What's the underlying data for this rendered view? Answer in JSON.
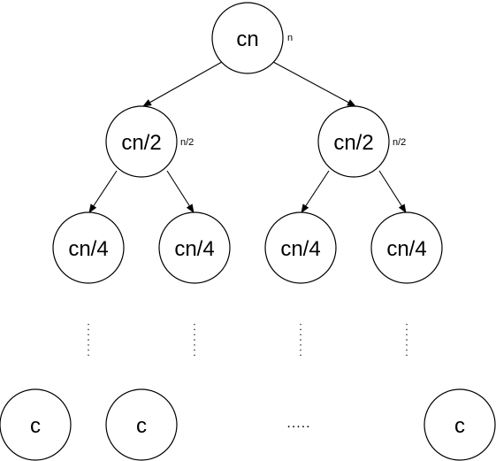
{
  "diagram": {
    "root": {
      "label": "cn",
      "size": "n"
    },
    "level1": [
      {
        "label": "cn/2",
        "size": "n/2"
      },
      {
        "label": "cn/2",
        "size": "n/2"
      }
    ],
    "level2": [
      {
        "label": "cn/4"
      },
      {
        "label": "cn/4"
      },
      {
        "label": "cn/4"
      },
      {
        "label": "cn/4"
      }
    ],
    "leaves": [
      {
        "label": "c"
      },
      {
        "label": "c"
      },
      {
        "label": "c"
      }
    ],
    "leaf_ellipsis": "....."
  }
}
